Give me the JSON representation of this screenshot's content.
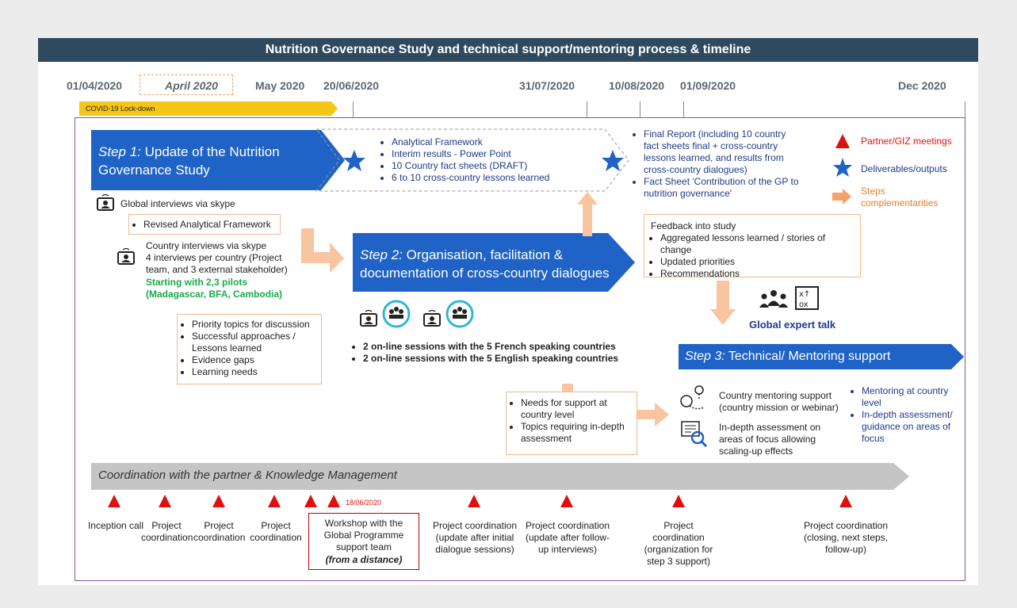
{
  "title": "Nutrition Governance Study and technical support/mentoring process & timeline",
  "dates": {
    "d1": "01/04/2020",
    "d2": "April 2020",
    "d3": "May 2020",
    "d4": "20/06/2020",
    "d5": "31/07/2020",
    "d6": "10/08/2020",
    "d7": "01/09/2020",
    "d8": "Dec 2020"
  },
  "covid": "COVID-19 Lock-down",
  "step1": {
    "prefix": "Step 1:",
    "text": "Update of the Nutrition Governance Study"
  },
  "step2": {
    "prefix": "Step 2:",
    "text": "Organisation, facilitation & documentation of cross-country dialogues"
  },
  "step3": {
    "prefix": "Step 3:",
    "text": "Technical/ Mentoring support"
  },
  "deliverables1": [
    "Analytical Framework",
    "Interim results - Power Point",
    "10 Country fact sheets (DRAFT)",
    "6 to 10 cross-country lessons learned"
  ],
  "deliverables2": [
    "Final Report (including 10 country fact sheets final + cross-country lessons learned, and results from cross-country dialogues)",
    "Fact Sheet 'Contribution of the GP to nutrition governance'"
  ],
  "legend": {
    "meetings": "Partner/GIZ meetings",
    "deliverables": "Deliverables/outputs",
    "steps": "Steps complementarities",
    "meetings_color": "#e01010",
    "deliverables_color": "#1f63c6",
    "steps_color": "#f2a26a"
  },
  "global_interviews": "Global interviews via skype",
  "revised_framework": "Revised Analytical Framework",
  "country_interviews": [
    "Country interviews via skype",
    "4 interviews per country (Project team, and 3 external stakeholder)"
  ],
  "pilots": "Starting with 2,3 pilots (Madagascar, BFA, Cambodia)",
  "topics": [
    "Priority topics for discussion",
    "Successful approaches / Lessons learned",
    "Evidence gaps",
    "Learning needs"
  ],
  "sessions": [
    "2 on-line sessions with the 5 French speaking countries",
    "2 on-line sessions with the 5 English speaking countries"
  ],
  "feedback": {
    "title": "Feedback into study",
    "items": [
      "Aggregated lessons learned / stories of change",
      "Updated priorities",
      "Recommendations"
    ]
  },
  "global_expert_talk": "Global expert talk",
  "needs": [
    "Needs for support at country level",
    "Topics requiring in-depth assessment"
  ],
  "mentoring1": "Country mentoring support (country mission or webinar)",
  "mentoring2": "In-depth assessment on areas of focus allowing scaling-up effects",
  "outputs3": [
    "Mentoring at country level",
    "In-depth assessment/ guidance on areas of focus"
  ],
  "coordination": "Coordination with the partner & Knowledge Management",
  "date_marker": "18/06/2020",
  "meetings": {
    "m1": "Inception call",
    "m2": "Project coordination",
    "m3": "Project coordination",
    "m4": "Project coordination",
    "workshop": "Workshop with the Global Programme support team",
    "workshop_note": "(from a distance)",
    "m5": "Project coordination (update after initial dialogue sessions)",
    "m6": "Project coordination (update after follow-up interviews)",
    "m7": "Project coordination (organization for step 3 support)",
    "m8": "Project coordination (closing, next steps, follow-up)"
  }
}
